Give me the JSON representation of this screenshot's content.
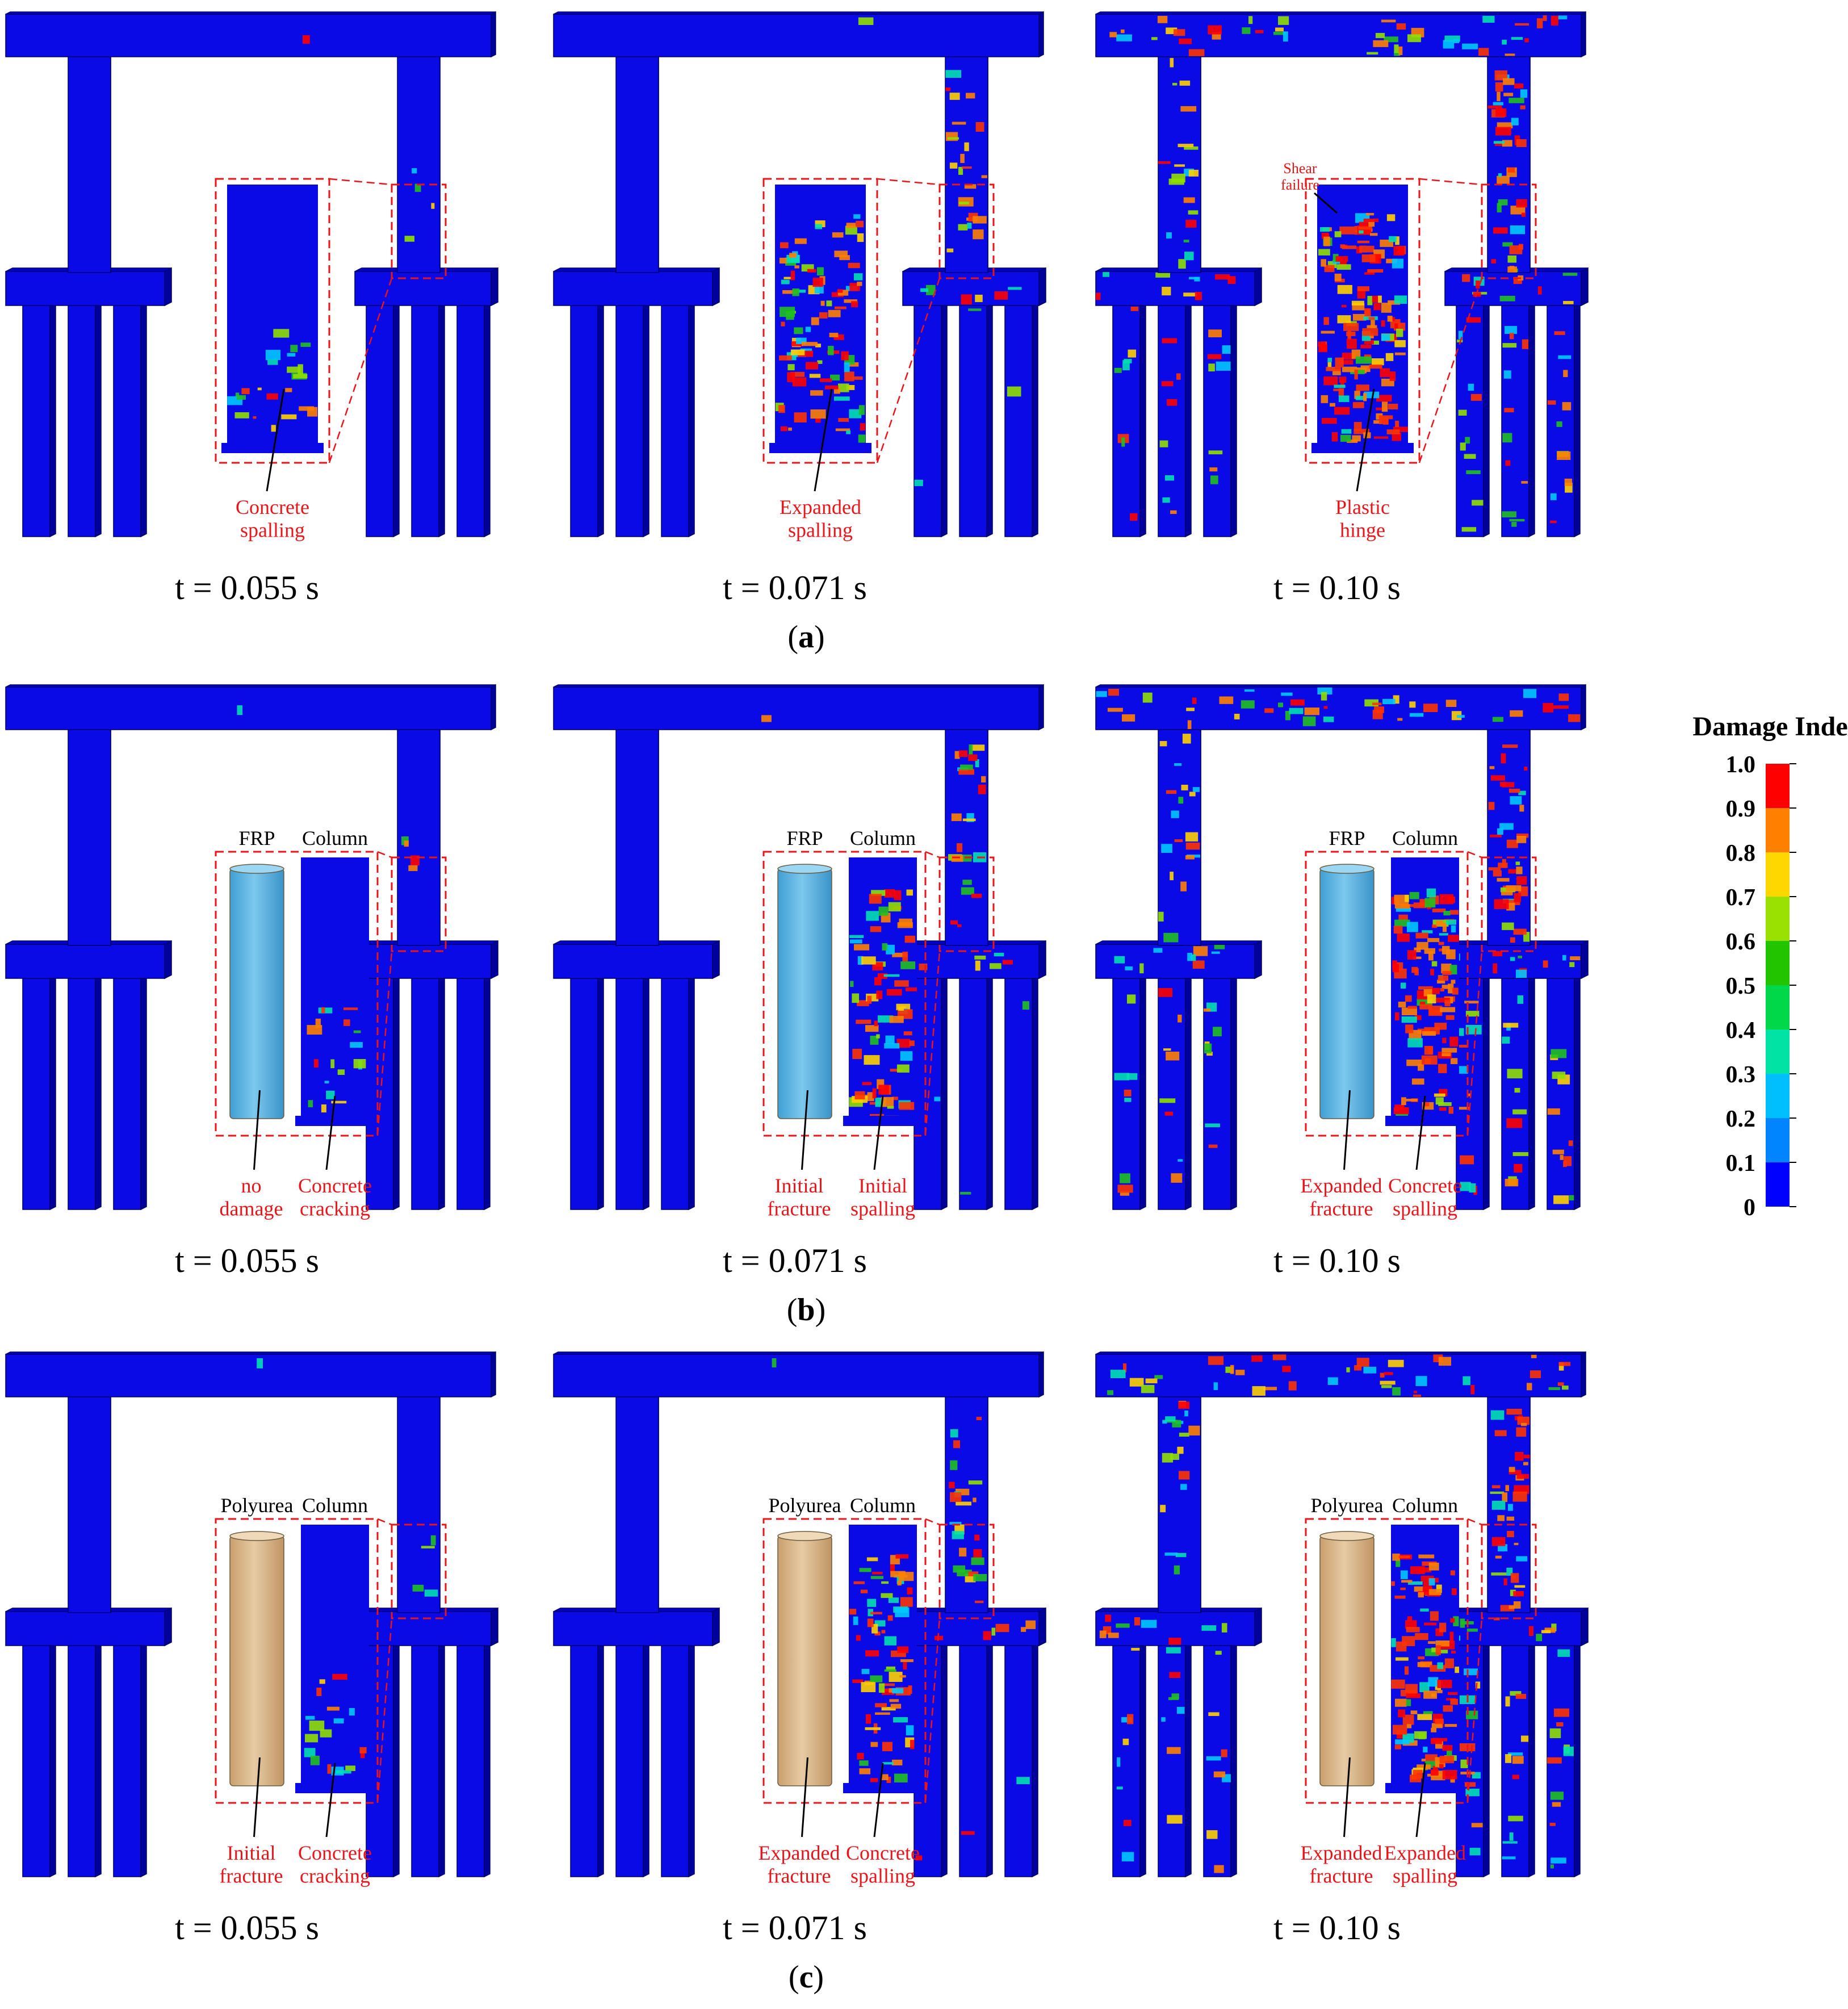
{
  "rows": [
    {
      "caption": "a",
      "panels": [
        {
          "time": "t = 0.055 s",
          "state": "low",
          "inset": {
            "type": "single",
            "callouts": [
              {
                "text": [
                  "Concrete",
                  "spalling"
                ]
              }
            ]
          }
        },
        {
          "time": "t = 0.071 s",
          "state": "mid",
          "inset": {
            "type": "single",
            "callouts": [
              {
                "text": [
                  "Expanded",
                  "spalling"
                ]
              }
            ]
          }
        },
        {
          "time": "t = 0.10 s",
          "state": "high",
          "inset": {
            "type": "single",
            "callouts": [
              {
                "text": [
                  "Shear",
                  "failure"
                ]
              },
              {
                "text": [
                  "Plastic",
                  "hinge"
                ]
              }
            ]
          }
        }
      ]
    },
    {
      "caption": "b",
      "panels": [
        {
          "time": "t = 0.055 s",
          "state": "low",
          "inset": {
            "type": "pair",
            "wrap": "FRP",
            "col": "Column",
            "callouts": [
              {
                "text": [
                  "no",
                  "damage"
                ]
              },
              {
                "text": [
                  "Concrete",
                  "cracking"
                ]
              }
            ]
          }
        },
        {
          "time": "t = 0.071 s",
          "state": "mid",
          "inset": {
            "type": "pair",
            "wrap": "FRP",
            "col": "Column",
            "callouts": [
              {
                "text": [
                  "Initial",
                  "fracture"
                ]
              },
              {
                "text": [
                  "Initial",
                  "spalling"
                ]
              }
            ]
          }
        },
        {
          "time": "t = 0.10 s",
          "state": "high",
          "inset": {
            "type": "pair",
            "wrap": "FRP",
            "col": "Column",
            "callouts": [
              {
                "text": [
                  "Expanded",
                  "fracture"
                ]
              },
              {
                "text": [
                  "Concrete",
                  "spalling"
                ]
              }
            ]
          }
        }
      ]
    },
    {
      "caption": "c",
      "panels": [
        {
          "time": "t = 0.055 s",
          "state": "low",
          "inset": {
            "type": "pair",
            "wrap": "Polyurea",
            "col": "Column",
            "callouts": [
              {
                "text": [
                  "Initial",
                  "fracture"
                ]
              },
              {
                "text": [
                  "Concrete",
                  "cracking"
                ]
              }
            ]
          }
        },
        {
          "time": "t = 0.071 s",
          "state": "mid",
          "inset": {
            "type": "pair",
            "wrap": "Polyurea",
            "col": "Column",
            "callouts": [
              {
                "text": [
                  "Expanded",
                  "fracture"
                ]
              },
              {
                "text": [
                  "Concrete",
                  "spalling"
                ]
              }
            ]
          }
        },
        {
          "time": "t = 0.10 s",
          "state": "high",
          "inset": {
            "type": "pair",
            "wrap": "Polyurea",
            "col": "Column",
            "callouts": [
              {
                "text": [
                  "Expanded",
                  "fracture"
                ]
              },
              {
                "text": [
                  "Expanded",
                  "spalling"
                ]
              }
            ]
          }
        }
      ]
    }
  ],
  "legend": {
    "title": "Damage Index",
    "ticks": [
      "1.0",
      "0.9",
      "0.8",
      "0.7",
      "0.6",
      "0.5",
      "0.4",
      "0.3",
      "0.2",
      "0.1",
      "0"
    ],
    "colors": [
      "#ff0000",
      "#ff7f00",
      "#ffd700",
      "#9ae000",
      "#22c400",
      "#00d84a",
      "#00e3a4",
      "#00bfff",
      "#0085ff",
      "#0000ff"
    ]
  },
  "colors": {
    "structure": "#0a0ae6",
    "callout_text": "#e8161b",
    "dash": "#e8161b",
    "frp": "#5fb8e6",
    "polyurea": "#d8b88e"
  }
}
